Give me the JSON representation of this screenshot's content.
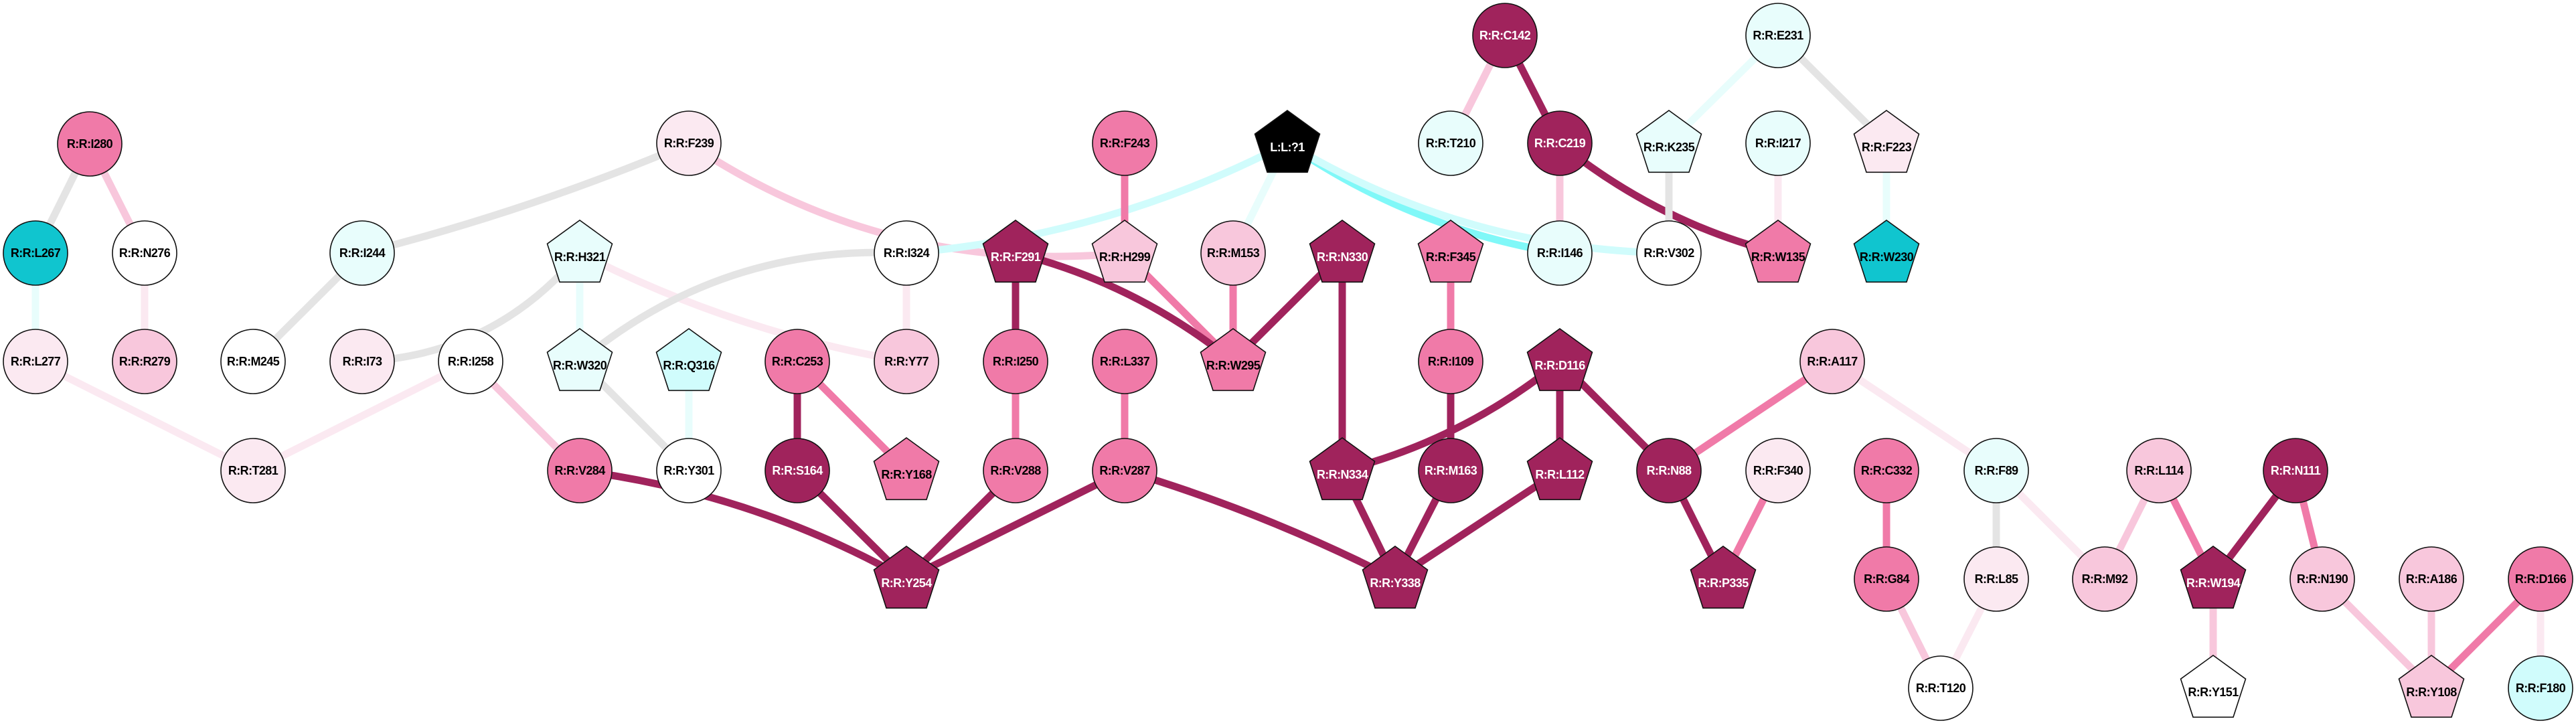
{
  "palette": {
    "dark": "#a0235c",
    "medium": "#f07aa8",
    "light": "#f8c7dc",
    "pale": "#fbe9f1",
    "white": "#ffffff",
    "mint": "#e8fdfc",
    "aqua": "#d0fcfc",
    "cyan": "#10c5cf",
    "black": "#000000",
    "gray": "#e4e4e4",
    "bright_cyan": "#80f8f8"
  },
  "nodes": [
    {
      "id": "I280",
      "label": "R:R:I280",
      "shape": "circle",
      "fill": "medium"
    },
    {
      "id": "L267",
      "label": "R:R:L267",
      "shape": "circle",
      "fill": "cyan"
    },
    {
      "id": "N276",
      "label": "R:R:N276",
      "shape": "circle",
      "fill": "white"
    },
    {
      "id": "L277",
      "label": "R:R:L277",
      "shape": "circle",
      "fill": "pale"
    },
    {
      "id": "R279",
      "label": "R:R:R279",
      "shape": "circle",
      "fill": "light"
    },
    {
      "id": "M245",
      "label": "R:R:M245",
      "shape": "circle",
      "fill": "white"
    },
    {
      "id": "I73",
      "label": "R:R:I73",
      "shape": "circle",
      "fill": "pale"
    },
    {
      "id": "I244",
      "label": "R:R:I244",
      "shape": "circle",
      "fill": "mint"
    },
    {
      "id": "I258",
      "label": "R:R:I258",
      "shape": "circle",
      "fill": "white"
    },
    {
      "id": "T281",
      "label": "R:R:T281",
      "shape": "circle",
      "fill": "pale"
    },
    {
      "id": "F239",
      "label": "R:R:F239",
      "shape": "circle",
      "fill": "pale"
    },
    {
      "id": "H321",
      "label": "R:R:H321",
      "shape": "pentagon",
      "fill": "mint"
    },
    {
      "id": "W320",
      "label": "R:R:W320",
      "shape": "pentagon",
      "fill": "mint"
    },
    {
      "id": "Q316",
      "label": "R:R:Q316",
      "shape": "pentagon",
      "fill": "aqua"
    },
    {
      "id": "V284",
      "label": "R:R:V284",
      "shape": "circle",
      "fill": "medium"
    },
    {
      "id": "Y301",
      "label": "R:R:Y301",
      "shape": "circle",
      "fill": "white"
    },
    {
      "id": "I324",
      "label": "R:R:I324",
      "shape": "circle",
      "fill": "white"
    },
    {
      "id": "Y77",
      "label": "R:R:Y77",
      "shape": "circle",
      "fill": "light"
    },
    {
      "id": "C253",
      "label": "R:R:C253",
      "shape": "circle",
      "fill": "medium"
    },
    {
      "id": "S164",
      "label": "R:R:S164",
      "shape": "circle",
      "fill": "dark"
    },
    {
      "id": "Y168",
      "label": "R:R:Y168",
      "shape": "pentagon",
      "fill": "medium"
    },
    {
      "id": "F291",
      "label": "R:R:F291",
      "shape": "pentagon",
      "fill": "dark"
    },
    {
      "id": "I250",
      "label": "R:R:I250",
      "shape": "circle",
      "fill": "medium"
    },
    {
      "id": "V288",
      "label": "R:R:V288",
      "shape": "circle",
      "fill": "medium"
    },
    {
      "id": "F243",
      "label": "R:R:F243",
      "shape": "circle",
      "fill": "medium"
    },
    {
      "id": "H299",
      "label": "R:R:H299",
      "shape": "pentagon",
      "fill": "light"
    },
    {
      "id": "L337",
      "label": "R:R:L337",
      "shape": "circle",
      "fill": "medium"
    },
    {
      "id": "V287",
      "label": "R:R:V287",
      "shape": "circle",
      "fill": "medium"
    },
    {
      "id": "L71",
      "label": "L:L:?1",
      "shape": "pentagon",
      "fill": "black"
    },
    {
      "id": "M153",
      "label": "R:R:M153",
      "shape": "circle",
      "fill": "light"
    },
    {
      "id": "W295",
      "label": "R:R:W295",
      "shape": "pentagon",
      "fill": "medium"
    },
    {
      "id": "N330",
      "label": "R:R:N330",
      "shape": "pentagon",
      "fill": "dark"
    },
    {
      "id": "N334",
      "label": "R:R:N334",
      "shape": "pentagon",
      "fill": "dark"
    },
    {
      "id": "Y254",
      "label": "R:R:Y254",
      "shape": "pentagon",
      "fill": "dark"
    },
    {
      "id": "Y338",
      "label": "R:R:Y338",
      "shape": "pentagon",
      "fill": "dark"
    },
    {
      "id": "F345",
      "label": "R:R:F345",
      "shape": "pentagon",
      "fill": "medium"
    },
    {
      "id": "I109",
      "label": "R:R:I109",
      "shape": "circle",
      "fill": "medium"
    },
    {
      "id": "M163",
      "label": "R:R:M163",
      "shape": "circle",
      "fill": "dark"
    },
    {
      "id": "T210",
      "label": "R:R:T210",
      "shape": "circle",
      "fill": "mint"
    },
    {
      "id": "C142",
      "label": "R:R:C142",
      "shape": "circle",
      "fill": "dark"
    },
    {
      "id": "C219",
      "label": "R:R:C219",
      "shape": "circle",
      "fill": "dark"
    },
    {
      "id": "I146",
      "label": "R:R:I146",
      "shape": "circle",
      "fill": "mint"
    },
    {
      "id": "E231",
      "label": "R:R:E231",
      "shape": "circle",
      "fill": "mint"
    },
    {
      "id": "K235",
      "label": "R:R:K235",
      "shape": "pentagon",
      "fill": "mint"
    },
    {
      "id": "I217",
      "label": "R:R:I217",
      "shape": "circle",
      "fill": "mint"
    },
    {
      "id": "F223",
      "label": "R:R:F223",
      "shape": "pentagon",
      "fill": "pale"
    },
    {
      "id": "V302",
      "label": "R:R:V302",
      "shape": "circle",
      "fill": "white"
    },
    {
      "id": "W135",
      "label": "R:R:W135",
      "shape": "pentagon",
      "fill": "medium"
    },
    {
      "id": "W230",
      "label": "R:R:W230",
      "shape": "pentagon",
      "fill": "cyan"
    },
    {
      "id": "D116",
      "label": "R:R:D116",
      "shape": "pentagon",
      "fill": "dark"
    },
    {
      "id": "L112",
      "label": "R:R:L112",
      "shape": "pentagon",
      "fill": "dark"
    },
    {
      "id": "N88",
      "label": "R:R:N88",
      "shape": "circle",
      "fill": "dark"
    },
    {
      "id": "F340",
      "label": "R:R:F340",
      "shape": "circle",
      "fill": "pale"
    },
    {
      "id": "P335",
      "label": "R:R:P335",
      "shape": "pentagon",
      "fill": "dark"
    },
    {
      "id": "A117",
      "label": "R:R:A117",
      "shape": "circle",
      "fill": "light"
    },
    {
      "id": "C332",
      "label": "R:R:C332",
      "shape": "circle",
      "fill": "medium"
    },
    {
      "id": "G84",
      "label": "R:R:G84",
      "shape": "circle",
      "fill": "medium"
    },
    {
      "id": "T120",
      "label": "R:R:T120",
      "shape": "circle",
      "fill": "white"
    },
    {
      "id": "F89",
      "label": "R:R:F89",
      "shape": "circle",
      "fill": "mint"
    },
    {
      "id": "L85",
      "label": "R:R:L85",
      "shape": "circle",
      "fill": "pale"
    },
    {
      "id": "M92",
      "label": "R:R:M92",
      "shape": "circle",
      "fill": "light"
    },
    {
      "id": "L114",
      "label": "R:R:L114",
      "shape": "circle",
      "fill": "light"
    },
    {
      "id": "N111",
      "label": "R:R:N111",
      "shape": "circle",
      "fill": "dark"
    },
    {
      "id": "W194",
      "label": "R:R:W194",
      "shape": "pentagon",
      "fill": "dark"
    },
    {
      "id": "N190",
      "label": "R:R:N190",
      "shape": "circle",
      "fill": "light"
    },
    {
      "id": "A186",
      "label": "R:R:A186",
      "shape": "circle",
      "fill": "light"
    },
    {
      "id": "D166",
      "label": "R:R:D166",
      "shape": "circle",
      "fill": "medium"
    },
    {
      "id": "Y151",
      "label": "R:R:Y151",
      "shape": "pentagon",
      "fill": "white"
    },
    {
      "id": "Y108",
      "label": "R:R:Y108",
      "shape": "pentagon",
      "fill": "light"
    },
    {
      "id": "F180",
      "label": "R:R:F180",
      "shape": "circle",
      "fill": "aqua"
    }
  ],
  "edges": [
    {
      "source": "I280",
      "target": "L267",
      "color": "gray"
    },
    {
      "source": "I280",
      "target": "N276",
      "color": "light"
    },
    {
      "source": "L267",
      "target": "L277",
      "color": "mint"
    },
    {
      "source": "N276",
      "target": "R279",
      "color": "pale"
    },
    {
      "source": "L277",
      "target": "T281",
      "color": "pale"
    },
    {
      "source": "I258",
      "target": "T281",
      "color": "pale"
    },
    {
      "source": "I258",
      "target": "V284",
      "color": "light"
    },
    {
      "source": "F239",
      "target": "I244",
      "color": "gray"
    },
    {
      "source": "I244",
      "target": "M245",
      "color": "gray"
    },
    {
      "source": "H321",
      "target": "I73",
      "color": "gray"
    },
    {
      "source": "H321",
      "target": "W320",
      "color": "mint"
    },
    {
      "source": "H321",
      "target": "Y77",
      "color": "pale"
    },
    {
      "source": "W320",
      "target": "I324",
      "color": "gray"
    },
    {
      "source": "W320",
      "target": "Y301",
      "color": "gray"
    },
    {
      "source": "Q316",
      "target": "Y301",
      "color": "mint"
    },
    {
      "source": "F239",
      "target": "H299",
      "color": "light"
    },
    {
      "source": "I324",
      "target": "Y77",
      "color": "pale"
    },
    {
      "source": "L71",
      "target": "I324",
      "color": "aqua"
    },
    {
      "source": "L71",
      "target": "M153",
      "color": "mint"
    },
    {
      "source": "L71",
      "target": "I146",
      "color": "bright_cyan"
    },
    {
      "source": "L71",
      "target": "V302",
      "color": "aqua"
    },
    {
      "source": "F243",
      "target": "H299",
      "color": "medium"
    },
    {
      "source": "H299",
      "target": "W295",
      "color": "medium"
    },
    {
      "source": "F291",
      "target": "W295",
      "color": "dark"
    },
    {
      "source": "F291",
      "target": "I250",
      "color": "dark"
    },
    {
      "source": "M153",
      "target": "W295",
      "color": "medium"
    },
    {
      "source": "N330",
      "target": "W295",
      "color": "dark"
    },
    {
      "source": "N330",
      "target": "N334",
      "color": "dark"
    },
    {
      "source": "C253",
      "target": "S164",
      "color": "dark"
    },
    {
      "source": "C253",
      "target": "Y168",
      "color": "medium"
    },
    {
      "source": "I250",
      "target": "V288",
      "color": "medium"
    },
    {
      "source": "L337",
      "target": "V287",
      "color": "medium"
    },
    {
      "source": "V284",
      "target": "Y254",
      "color": "dark"
    },
    {
      "source": "S164",
      "target": "Y254",
      "color": "dark"
    },
    {
      "source": "V288",
      "target": "Y254",
      "color": "dark"
    },
    {
      "source": "V287",
      "target": "Y254",
      "color": "dark"
    },
    {
      "source": "V287",
      "target": "Y338",
      "color": "dark"
    },
    {
      "source": "N334",
      "target": "Y338",
      "color": "dark"
    },
    {
      "source": "M163",
      "target": "Y338",
      "color": "dark"
    },
    {
      "source": "L112",
      "target": "Y338",
      "color": "dark"
    },
    {
      "source": "F345",
      "target": "I109",
      "color": "medium"
    },
    {
      "source": "I109",
      "target": "M163",
      "color": "dark"
    },
    {
      "source": "D116",
      "target": "N334",
      "color": "dark"
    },
    {
      "source": "D116",
      "target": "L112",
      "color": "dark"
    },
    {
      "source": "D116",
      "target": "N88",
      "color": "dark"
    },
    {
      "source": "N88",
      "target": "P335",
      "color": "dark"
    },
    {
      "source": "F340",
      "target": "P335",
      "color": "medium"
    },
    {
      "source": "A117",
      "target": "N88",
      "color": "medium"
    },
    {
      "source": "A117",
      "target": "F89",
      "color": "pale"
    },
    {
      "source": "C142",
      "target": "T210",
      "color": "light"
    },
    {
      "source": "C142",
      "target": "C219",
      "color": "dark"
    },
    {
      "source": "C219",
      "target": "I146",
      "color": "light"
    },
    {
      "source": "C219",
      "target": "W135",
      "color": "dark"
    },
    {
      "source": "E231",
      "target": "K235",
      "color": "mint"
    },
    {
      "source": "E231",
      "target": "F223",
      "color": "gray"
    },
    {
      "source": "K235",
      "target": "V302",
      "color": "gray"
    },
    {
      "source": "I217",
      "target": "W135",
      "color": "pale"
    },
    {
      "source": "F223",
      "target": "W230",
      "color": "mint"
    },
    {
      "source": "C332",
      "target": "G84",
      "color": "medium"
    },
    {
      "source": "G84",
      "target": "T120",
      "color": "light"
    },
    {
      "source": "L85",
      "target": "T120",
      "color": "pale"
    },
    {
      "source": "F89",
      "target": "L85",
      "color": "gray"
    },
    {
      "source": "F89",
      "target": "M92",
      "color": "pale"
    },
    {
      "source": "L114",
      "target": "M92",
      "color": "light"
    },
    {
      "source": "L114",
      "target": "W194",
      "color": "medium"
    },
    {
      "source": "N111",
      "target": "W194",
      "color": "dark"
    },
    {
      "source": "N111",
      "target": "N190",
      "color": "medium"
    },
    {
      "source": "W194",
      "target": "Y151",
      "color": "light"
    },
    {
      "source": "N190",
      "target": "Y108",
      "color": "light"
    },
    {
      "source": "A186",
      "target": "Y108",
      "color": "light"
    },
    {
      "source": "D166",
      "target": "Y108",
      "color": "medium"
    },
    {
      "source": "D166",
      "target": "F180",
      "color": "pale"
    }
  ]
}
